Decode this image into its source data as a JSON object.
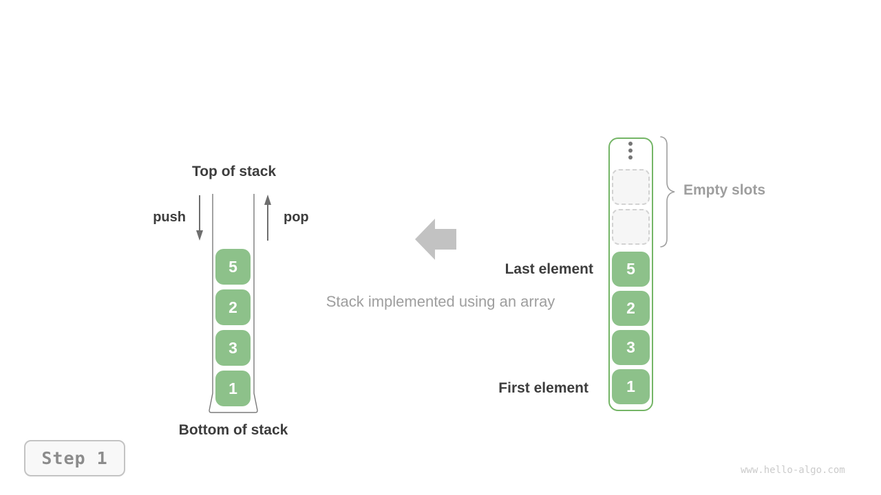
{
  "left_stack": {
    "top_label": "Top of stack",
    "push_label": "push",
    "pop_label": "pop",
    "bottom_label": "Bottom of stack",
    "values": [
      "5",
      "2",
      "3",
      "1"
    ]
  },
  "center": {
    "caption": "Stack implemented using an array",
    "arrow_icon": "left-block-arrow"
  },
  "right_array": {
    "empty_slots_label": "Empty slots",
    "empty_slot_count": 2,
    "ellipsis_icon": "vertical-ellipsis",
    "last_element_label": "Last element",
    "first_element_label": "First element",
    "values": [
      "5",
      "2",
      "3",
      "1"
    ]
  },
  "footer": {
    "step_label": "Step 1",
    "watermark": "www.hello-algo.com"
  },
  "colors": {
    "box_green": "#8dc18a",
    "container_border_green": "#74b566",
    "dark_text": "#3d3d3d",
    "gray_text": "#9e9e9e",
    "block_arrow_gray": "#c2c2c2",
    "push_pop_arrow_gray": "#6e6e6e",
    "empty_slot_fill": "#f6f6f6",
    "empty_slot_border": "#d2d2d2"
  }
}
